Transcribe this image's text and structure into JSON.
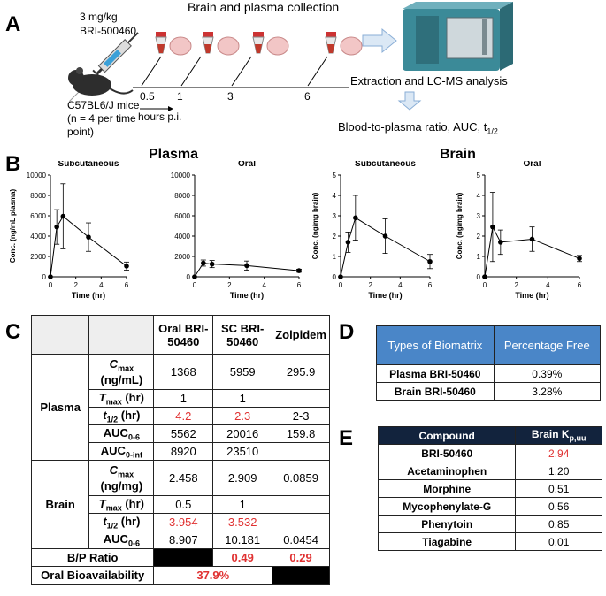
{
  "panels": {
    "a": "A",
    "b": "B",
    "c": "C",
    "d": "D",
    "e": "E"
  },
  "schematic": {
    "dose": "3 mg/kg",
    "drug": "BRI-500460",
    "collection": "Brain and plasma collection",
    "times": [
      "0.5",
      "1",
      "3",
      "6"
    ],
    "mice_line1": "C57BL6/J mice",
    "mice_line2": "(n = 4 per time",
    "mice_line3": "point)",
    "hours": "hours p.i.",
    "extraction": "Extraction and LC-MS analysis",
    "result_prefix": "Blood-to-plasma ratio, AUC, t",
    "result_sub": "1/2"
  },
  "section_titles": {
    "plasma": "Plasma",
    "brain": "Brain"
  },
  "chart_data": [
    {
      "type": "line",
      "title": "Subcutaneous",
      "xlabel": "Time (hr)",
      "ylabel": "Conc. (ng/mL plasma)",
      "x": [
        0,
        0.5,
        1,
        3,
        6
      ],
      "y": [
        0,
        4900,
        5950,
        3900,
        1050
      ],
      "err": [
        0,
        1700,
        3200,
        1400,
        400
      ],
      "xlim": [
        0,
        6
      ],
      "ylim": [
        0,
        10000
      ],
      "xticks": [
        0,
        2,
        4,
        6
      ],
      "yticks": [
        0,
        2000,
        4000,
        6000,
        8000,
        10000
      ]
    },
    {
      "type": "line",
      "title": "Oral",
      "xlabel": "Time (hr)",
      "ylabel": "",
      "x": [
        0,
        0.5,
        1,
        3,
        6
      ],
      "y": [
        0,
        1350,
        1250,
        1100,
        600
      ],
      "err": [
        0,
        300,
        350,
        450,
        150
      ],
      "xlim": [
        0,
        6
      ],
      "ylim": [
        0,
        10000
      ],
      "xticks": [
        0,
        2,
        4,
        6
      ],
      "yticks": [
        0,
        2000,
        4000,
        6000,
        8000,
        10000
      ]
    },
    {
      "type": "line",
      "title": "Subcutaneous",
      "xlabel": "Time (hr)",
      "ylabel": "Conc. (ng/mg brain)",
      "x": [
        0,
        0.5,
        1,
        3,
        6
      ],
      "y": [
        0,
        1.7,
        2.9,
        2.0,
        0.75
      ],
      "err": [
        0,
        0.5,
        1.1,
        0.85,
        0.35
      ],
      "xlim": [
        0,
        6
      ],
      "ylim": [
        0,
        5
      ],
      "xticks": [
        0,
        2,
        4,
        6
      ],
      "yticks": [
        0,
        1,
        2,
        3,
        4,
        5
      ]
    },
    {
      "type": "line",
      "title": "Oral",
      "xlabel": "Time (hr)",
      "ylabel": "Conc. (ng/mg brain)",
      "x": [
        0,
        0.5,
        1,
        3,
        6
      ],
      "y": [
        0,
        2.45,
        1.7,
        1.85,
        0.9
      ],
      "err": [
        0,
        1.7,
        0.6,
        0.6,
        0.15
      ],
      "xlim": [
        0,
        6
      ],
      "ylim": [
        0,
        5
      ],
      "xticks": [
        0,
        2,
        4,
        6
      ],
      "yticks": [
        0,
        1,
        2,
        3,
        4,
        5
      ]
    }
  ],
  "tableC": {
    "headers": [
      "Oral BRI-50460",
      "SC BRI-50460",
      "Zolpidem"
    ],
    "group_plasma": "Plasma",
    "group_brain": "Brain",
    "plasma_rows": [
      {
        "p": "C",
        "s": "max",
        "unit": "(ng/mL)",
        "v": [
          "1368",
          "5959",
          "295.9"
        ]
      },
      {
        "p": "T",
        "s": "max",
        "unit": " (hr)",
        "v": [
          "1",
          "1",
          ""
        ]
      },
      {
        "p": "t",
        "s": "1/2",
        "unit": " (hr)",
        "v": [
          "4.2",
          "2.3",
          "2-3"
        ]
      },
      {
        "p": "AUC",
        "s": "0-6",
        "unit": "",
        "v": [
          "5562",
          "20016",
          "159.8"
        ]
      },
      {
        "p": "AUC",
        "s": "0-inf",
        "unit": "",
        "v": [
          "8920",
          "23510",
          ""
        ]
      }
    ],
    "brain_rows": [
      {
        "p": "C",
        "s": "max",
        "unit": "(ng/mg)",
        "v": [
          "2.458",
          "2.909",
          "0.0859"
        ]
      },
      {
        "p": "T",
        "s": "max",
        "unit": " (hr)",
        "v": [
          "0.5",
          "1",
          ""
        ]
      },
      {
        "p": "t",
        "s": "1/2",
        "unit": " (hr)",
        "v": [
          "3.954",
          "3.532",
          ""
        ]
      },
      {
        "p": "AUC",
        "s": "0-6",
        "unit": "",
        "v": [
          "8.907",
          "10.181",
          "0.0454"
        ]
      }
    ],
    "bp_label": "B/P Ratio",
    "bp": [
      "0.49",
      "0.29"
    ],
    "bio_label": "Oral Bioavailability",
    "bio": "37.9%"
  },
  "tableD": {
    "headers": [
      "Types of Biomatrix",
      "Percentage Free"
    ],
    "rows": [
      [
        "Plasma BRI-50460",
        "0.39%"
      ],
      [
        "Brain BRI-50460",
        "3.28%"
      ]
    ]
  },
  "tableE": {
    "header_compound": "Compound",
    "header_kp": "Brain K",
    "header_kp_sub": "p,uu",
    "rows": [
      [
        "BRI-50460",
        "2.94"
      ],
      [
        "Acetaminophen",
        "1.20"
      ],
      [
        "Morphine",
        "0.51"
      ],
      [
        "Mycophenylate-G",
        "0.56"
      ],
      [
        "Phenytoin",
        "0.85"
      ],
      [
        "Tiagabine",
        "0.01"
      ]
    ]
  }
}
